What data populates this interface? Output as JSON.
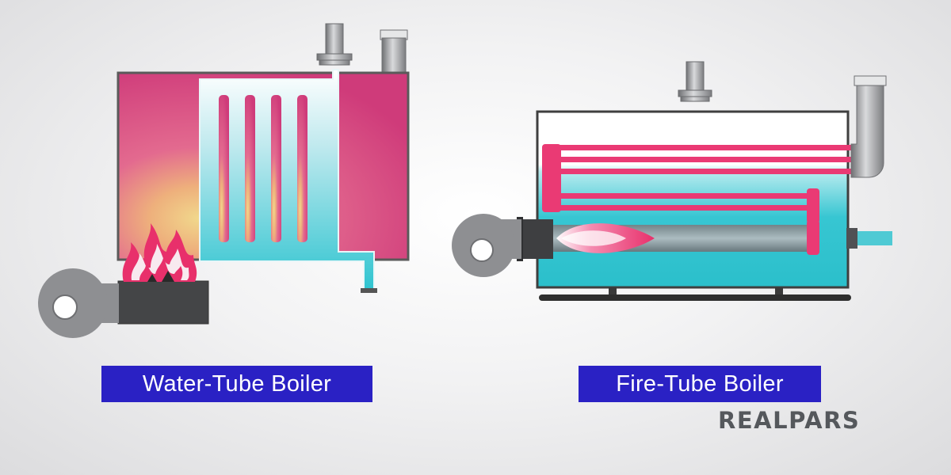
{
  "diagrams": [
    {
      "id": "water-tube",
      "label": "Water-Tube Boiler"
    },
    {
      "id": "fire-tube",
      "label": "Fire-Tube Boiler"
    }
  ],
  "brand": {
    "name": "REALPARS",
    "logo_color": "#55585c"
  },
  "colors": {
    "label_background": "#2a21c4",
    "label_text": "#ffffff",
    "hot_gas": "#d43c78",
    "water": "#2fc4d0",
    "fire_tube": "#ea3a74",
    "metal": "#8e8f92",
    "outline": "#4a4a4a"
  },
  "icons": [
    "flame-icon",
    "steam-outlet-icon",
    "chimney-icon",
    "blower-icon"
  ]
}
